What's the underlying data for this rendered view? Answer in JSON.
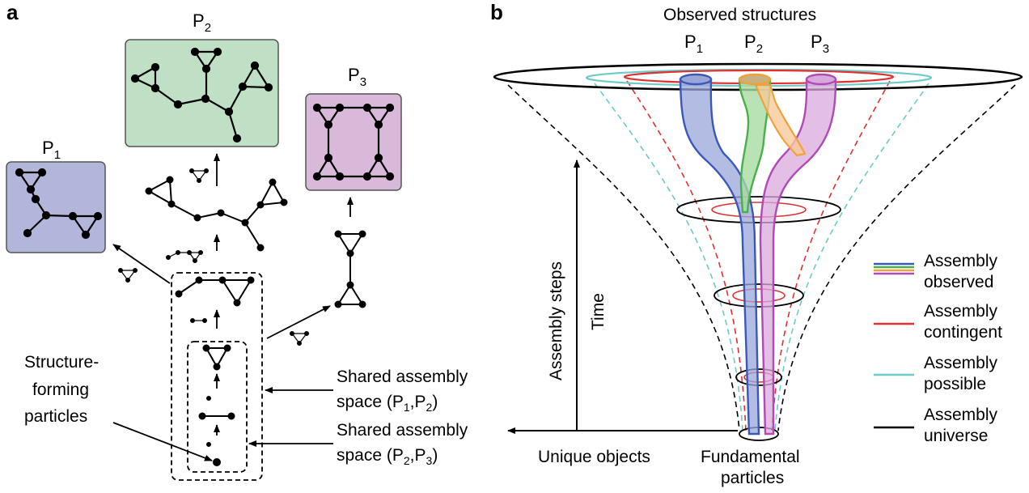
{
  "panel_a": {
    "letter": "a",
    "boxes": [
      {
        "name": "P",
        "sub": "1",
        "color": "#b3b6db"
      },
      {
        "name": "P",
        "sub": "2",
        "color": "#bfe0c5"
      },
      {
        "name": "P",
        "sub": "3",
        "color": "#d8b9d9"
      }
    ],
    "structure_label": [
      "Structure-",
      "forming",
      "particles"
    ],
    "shared_p1p2": {
      "line1": "Shared assembly",
      "line2_prefix": "space (P",
      "s1": "1",
      "mid": ",P",
      "s2": "2",
      "end": ")"
    },
    "shared_p2p3": {
      "line1": "Shared assembly",
      "line2_prefix": "space (P",
      "s1": "2",
      "mid": ",P",
      "s2": "3",
      "end": ")"
    }
  },
  "panel_b": {
    "letter": "b",
    "title": "Observed structures",
    "p_labels": [
      {
        "name": "P",
        "sub": "1"
      },
      {
        "name": "P",
        "sub": "2"
      },
      {
        "name": "P",
        "sub": "3"
      }
    ],
    "y_axis_label": "Assembly steps",
    "time_label": "Time",
    "x_axis_label": "Unique objects",
    "fundamental_label": [
      "Fundamental",
      "particles"
    ],
    "legend": [
      {
        "line1": "Assembly",
        "line2": "observed",
        "colors": [
          "#3a58b8",
          "#4ab04a",
          "#f0a23a",
          "#b04ab5"
        ]
      },
      {
        "line1": "Assembly",
        "line2": "contingent",
        "colors": [
          "#e03030"
        ]
      },
      {
        "line1": "Assembly",
        "line2": "possible",
        "colors": [
          "#6ccbc7"
        ]
      },
      {
        "line1": "Assembly",
        "line2": "universe",
        "colors": [
          "#000000"
        ]
      }
    ],
    "colors": {
      "blue": "#3a58b8",
      "green": "#4ab04a",
      "orange": "#f0a23a",
      "purple": "#b04ab5",
      "red": "#e03030",
      "cyan": "#6ccbc7"
    }
  }
}
